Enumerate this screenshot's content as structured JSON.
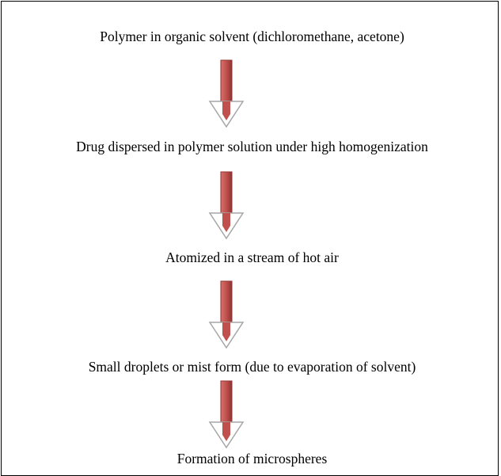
{
  "flowchart": {
    "steps": [
      "Polymer in organic solvent (dichloromethane, acetone)",
      "Drug dispersed in polymer solution under high homogenization",
      "Atomized in a stream of hot air",
      "Small droplets or mist form (due to evaporation of solvent)",
      "Formation of microspheres"
    ],
    "colors": {
      "arrow_shaft": "#c0504d",
      "arrow_shaft_dark": "#8f3432",
      "arrow_head_fill": "#ffffff",
      "arrow_head_stroke": "#a6a6a6",
      "border": "#000000",
      "text": "#000000"
    },
    "arrow_icon": "down-arrow-icon"
  }
}
